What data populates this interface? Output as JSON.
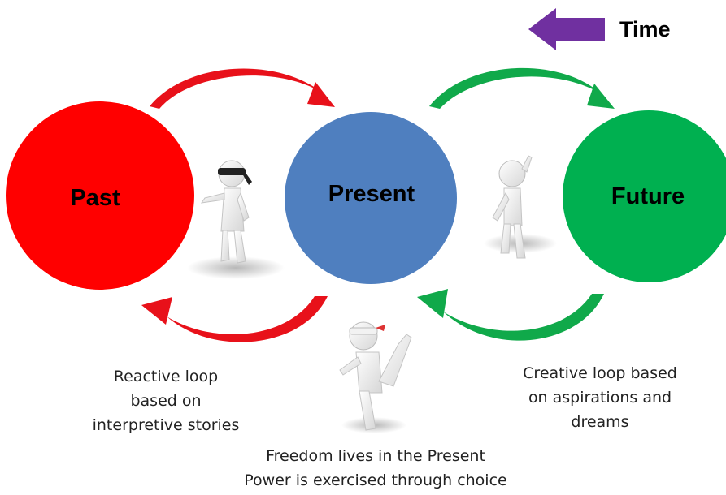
{
  "time": {
    "label": "Time",
    "arrow_color": "#7030A0"
  },
  "circles": {
    "past": {
      "label": "Past",
      "color": "#FF0000"
    },
    "present": {
      "label": "Present",
      "color": "#4F7FBF"
    },
    "future": {
      "label": "Future",
      "color": "#00B050"
    }
  },
  "loops": {
    "reactive": {
      "color": "#E8111A",
      "lines": [
        "Reactive loop",
        "based on",
        "interpretive stories"
      ]
    },
    "creative": {
      "color": "#10A94A",
      "lines": [
        "Creative loop based",
        "on aspirations and",
        "dreams"
      ]
    }
  },
  "footer": {
    "lines": [
      "Freedom lives in the Present",
      "Power is exercised through choice"
    ]
  },
  "figures": [
    {
      "name": "blindfolded-figure"
    },
    {
      "name": "thinking-figure"
    },
    {
      "name": "kicking-figure"
    }
  ]
}
